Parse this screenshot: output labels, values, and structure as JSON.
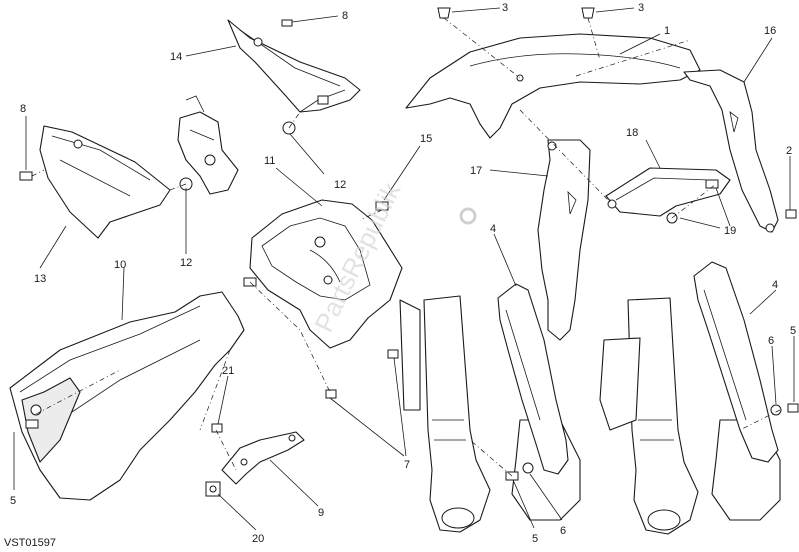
{
  "diagram_code": "VST01597",
  "watermark_text": "PartsRepublik",
  "callouts": [
    {
      "id": "c1",
      "label": "1"
    },
    {
      "id": "c2",
      "label": "2"
    },
    {
      "id": "c3a",
      "label": "3"
    },
    {
      "id": "c3b",
      "label": "3"
    },
    {
      "id": "c4a",
      "label": "4"
    },
    {
      "id": "c4b",
      "label": "4"
    },
    {
      "id": "c5a",
      "label": "5"
    },
    {
      "id": "c5b",
      "label": "5"
    },
    {
      "id": "c5c",
      "label": "5"
    },
    {
      "id": "c6a",
      "label": "6"
    },
    {
      "id": "c6b",
      "label": "6"
    },
    {
      "id": "c7",
      "label": "7"
    },
    {
      "id": "c8a",
      "label": "8"
    },
    {
      "id": "c8b",
      "label": "8"
    },
    {
      "id": "c9",
      "label": "9"
    },
    {
      "id": "c10",
      "label": "10"
    },
    {
      "id": "c11",
      "label": "11"
    },
    {
      "id": "c12a",
      "label": "12"
    },
    {
      "id": "c12b",
      "label": "12"
    },
    {
      "id": "c13",
      "label": "13"
    },
    {
      "id": "c14",
      "label": "14"
    },
    {
      "id": "c15",
      "label": "15"
    },
    {
      "id": "c16",
      "label": "16"
    },
    {
      "id": "c17",
      "label": "17"
    },
    {
      "id": "c18",
      "label": "18"
    },
    {
      "id": "c19",
      "label": "19"
    },
    {
      "id": "c20",
      "label": "20"
    },
    {
      "id": "c21",
      "label": "21"
    }
  ]
}
